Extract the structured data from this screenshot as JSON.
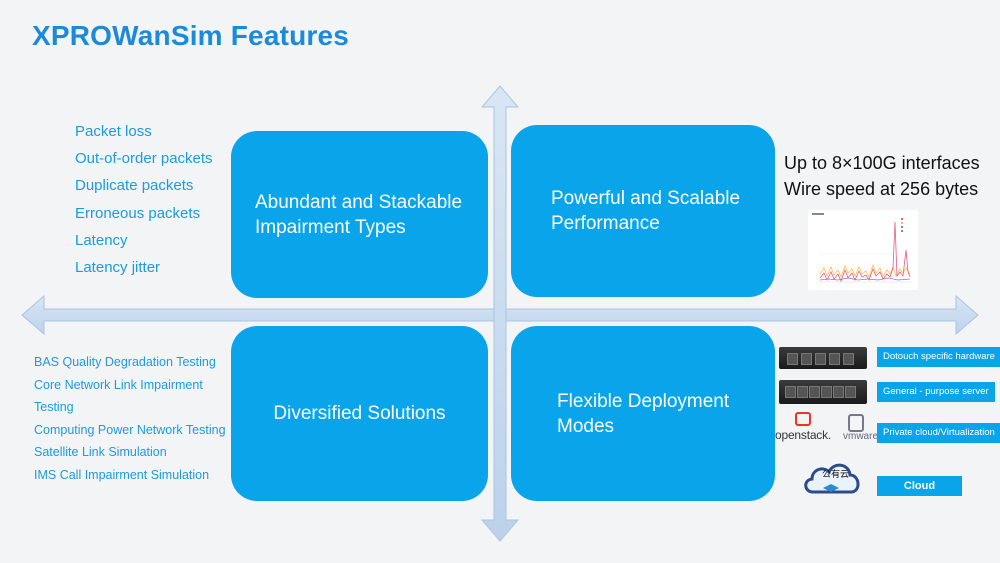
{
  "title": "XPROWanSim Features",
  "quadrants": {
    "top_left": "Abundant and Stackable\nImpairment Types",
    "top_right": "Powerful and Scalable\nPerformance",
    "bottom_left": "Diversified Solutions",
    "bottom_right": "Flexible Deployment\nModes"
  },
  "impairments": [
    "Packet loss",
    "Out-of-order packets",
    "Duplicate packets",
    "Erroneous packets",
    "Latency",
    "Latency jitter"
  ],
  "solutions": [
    "BAS Quality Degradation Testing",
    "Core Network Link Impairment Testing",
    "Computing Power Network Testing",
    "Satellite Link Simulation",
    "IMS Call Impairment Simulation"
  ],
  "performance": [
    "Up to 8×100G interfaces",
    "Wire speed at 256 bytes"
  ],
  "deployment": {
    "labels": [
      "Dotouch specific hardware",
      "General - purpose server",
      "Private cloud/Virtualization",
      "Cloud"
    ],
    "logos": {
      "openstack": "openstack.",
      "vmware": "vmware",
      "cloud": "公有云"
    }
  },
  "colors": {
    "accent": "#0aa4ea",
    "title": "#1b8ad9",
    "axis": "#c5d9ee"
  }
}
